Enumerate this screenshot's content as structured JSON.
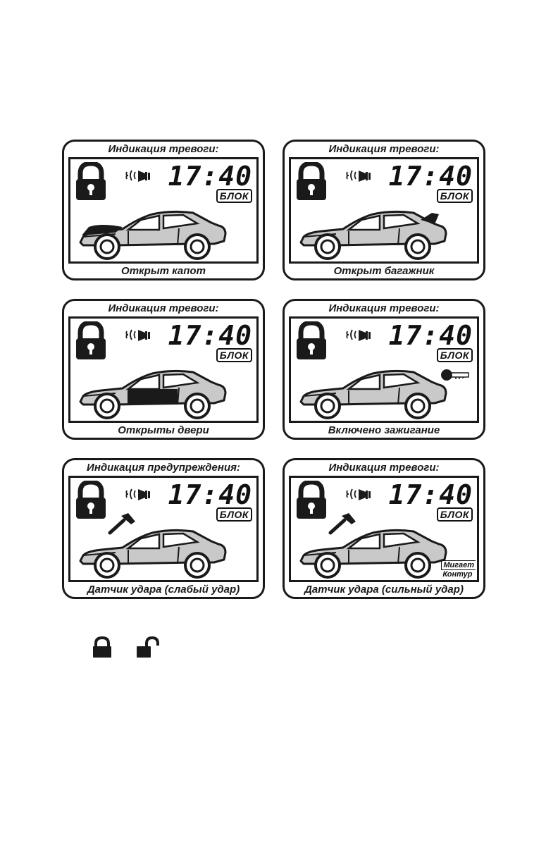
{
  "panels": [
    {
      "title": "Индикация тревоги:",
      "clock": "17:40",
      "badge": "БЛОК",
      "caption": "Открыт капот"
    },
    {
      "title": "Индикация тревоги:",
      "clock": "17:40",
      "badge": "БЛОК",
      "caption": "Открыт багажник"
    },
    {
      "title": "Индикация тревоги:",
      "clock": "17:40",
      "badge": "БЛОК",
      "caption": "Открыты двери"
    },
    {
      "title": "Индикация тревоги:",
      "clock": "17:40",
      "badge": "БЛОК",
      "caption": "Включено зажигание"
    },
    {
      "title": "Индикация предупреждения:",
      "clock": "17:40",
      "badge": "БЛОК",
      "caption": "Датчик удара (слабый удар)"
    },
    {
      "title": "Индикация тревоги:",
      "clock": "17:40",
      "badge": "БЛОК",
      "caption": "Датчик удара (сильный удар)",
      "note_line1": "Мигает",
      "note_line2": "Контур"
    }
  ],
  "legend": {
    "locked_icon": "padlock-locked-icon",
    "unlocked_icon": "padlock-unlocked-icon"
  },
  "colors": {
    "ink": "#1a1a1a",
    "car_fill": "#c9c9c9",
    "highlight": "#2a2a2a"
  }
}
